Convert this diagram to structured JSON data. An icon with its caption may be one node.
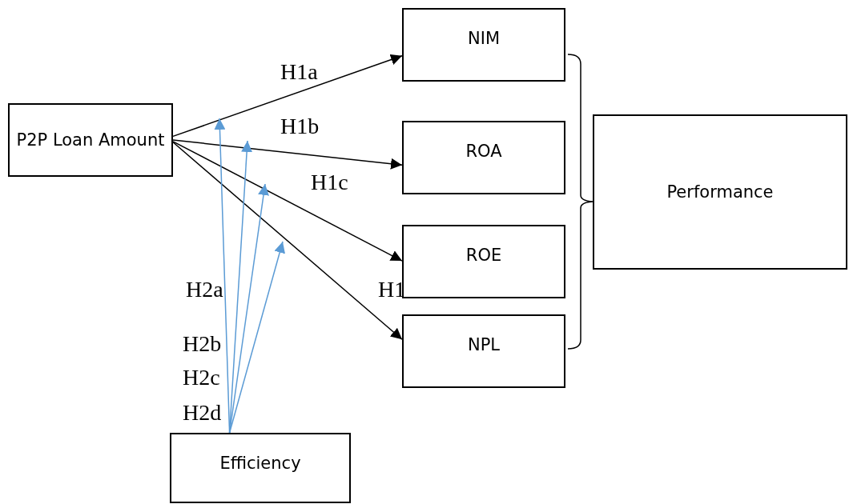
{
  "diagram": {
    "nodes": [
      {
        "text": [
          "P2P Loan Amount"
        ]
      },
      {
        "text": [
          "NIM"
        ]
      },
      {
        "text": [
          "ROA"
        ]
      },
      {
        "text": [
          "ROE"
        ]
      },
      {
        "text": [
          "NPL"
        ]
      },
      {
        "text": [
          "Performance"
        ]
      },
      {
        "text": [
          "Efficiency"
        ]
      }
    ],
    "edges": [
      {
        "from": 0,
        "to": 1,
        "arrow": "to"
      },
      {
        "from": 0,
        "to": 2,
        "arrow": "to"
      },
      {
        "from": 0,
        "to": 3,
        "arrow": "to"
      },
      {
        "from": 0,
        "to": 4,
        "arrow": "to"
      },
      {
        "from": 6,
        "to": null,
        "arrow": "to",
        "color": "#5b9bd5"
      },
      {
        "from": 6,
        "to": null,
        "arrow": "to",
        "color": "#5b9bd5"
      },
      {
        "from": 6,
        "to": null,
        "arrow": "to",
        "color": "#5b9bd5"
      },
      {
        "from": 6,
        "to": null,
        "arrow": "to",
        "color": "#5b9bd5"
      }
    ],
    "labels": [
      "H1a",
      "H1b",
      "H1c",
      "H1",
      "H2a",
      "H2b",
      "H2c",
      "H2d"
    ]
  }
}
